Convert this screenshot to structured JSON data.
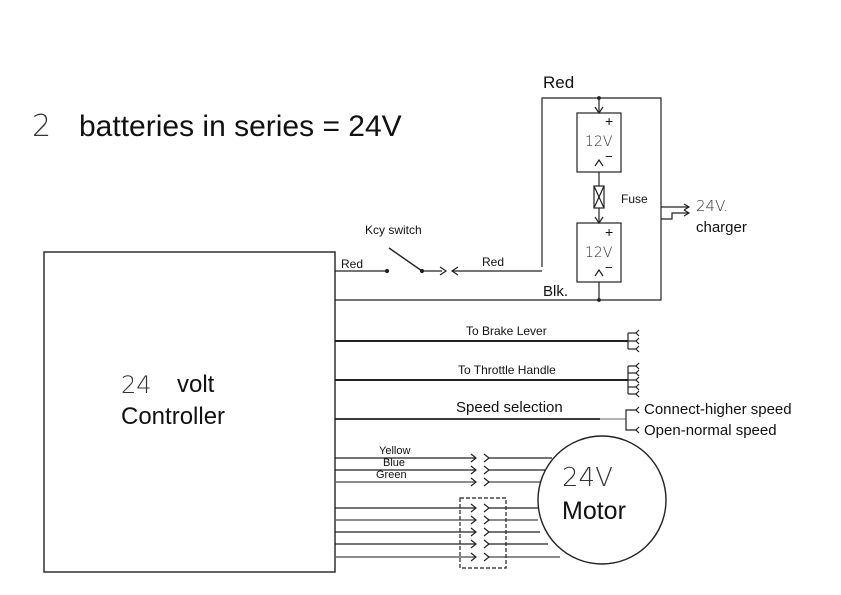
{
  "title": {
    "prefix": "2",
    "text": "batteries in series = 24V"
  },
  "battery_pack": {
    "top_wire_label": "Red",
    "bottom_wire_label": "Blk.",
    "batteries": [
      {
        "label": "12V",
        "plus": "+",
        "minus": "−"
      },
      {
        "label": "12V",
        "plus": "+",
        "minus": "−"
      }
    ],
    "fuse_label": "Fuse",
    "charger": {
      "voltage": "24V.",
      "label": "charger"
    }
  },
  "switch": {
    "label": "Kcy switch",
    "left_wire_label": "Red",
    "right_wire_label": "Red"
  },
  "controller": {
    "voltage": "24",
    "unit": "volt",
    "label": "Controller"
  },
  "connections": {
    "brake": "To Brake Lever",
    "throttle": "To Throttle Handle",
    "speed": "Speed selection",
    "speed_options": [
      "Connect-higher speed",
      "Open-normal speed"
    ]
  },
  "motor_wires": {
    "phase": [
      "Yellow",
      "Blue",
      "Green"
    ]
  },
  "motor": {
    "voltage": "24V",
    "label": "Motor"
  }
}
